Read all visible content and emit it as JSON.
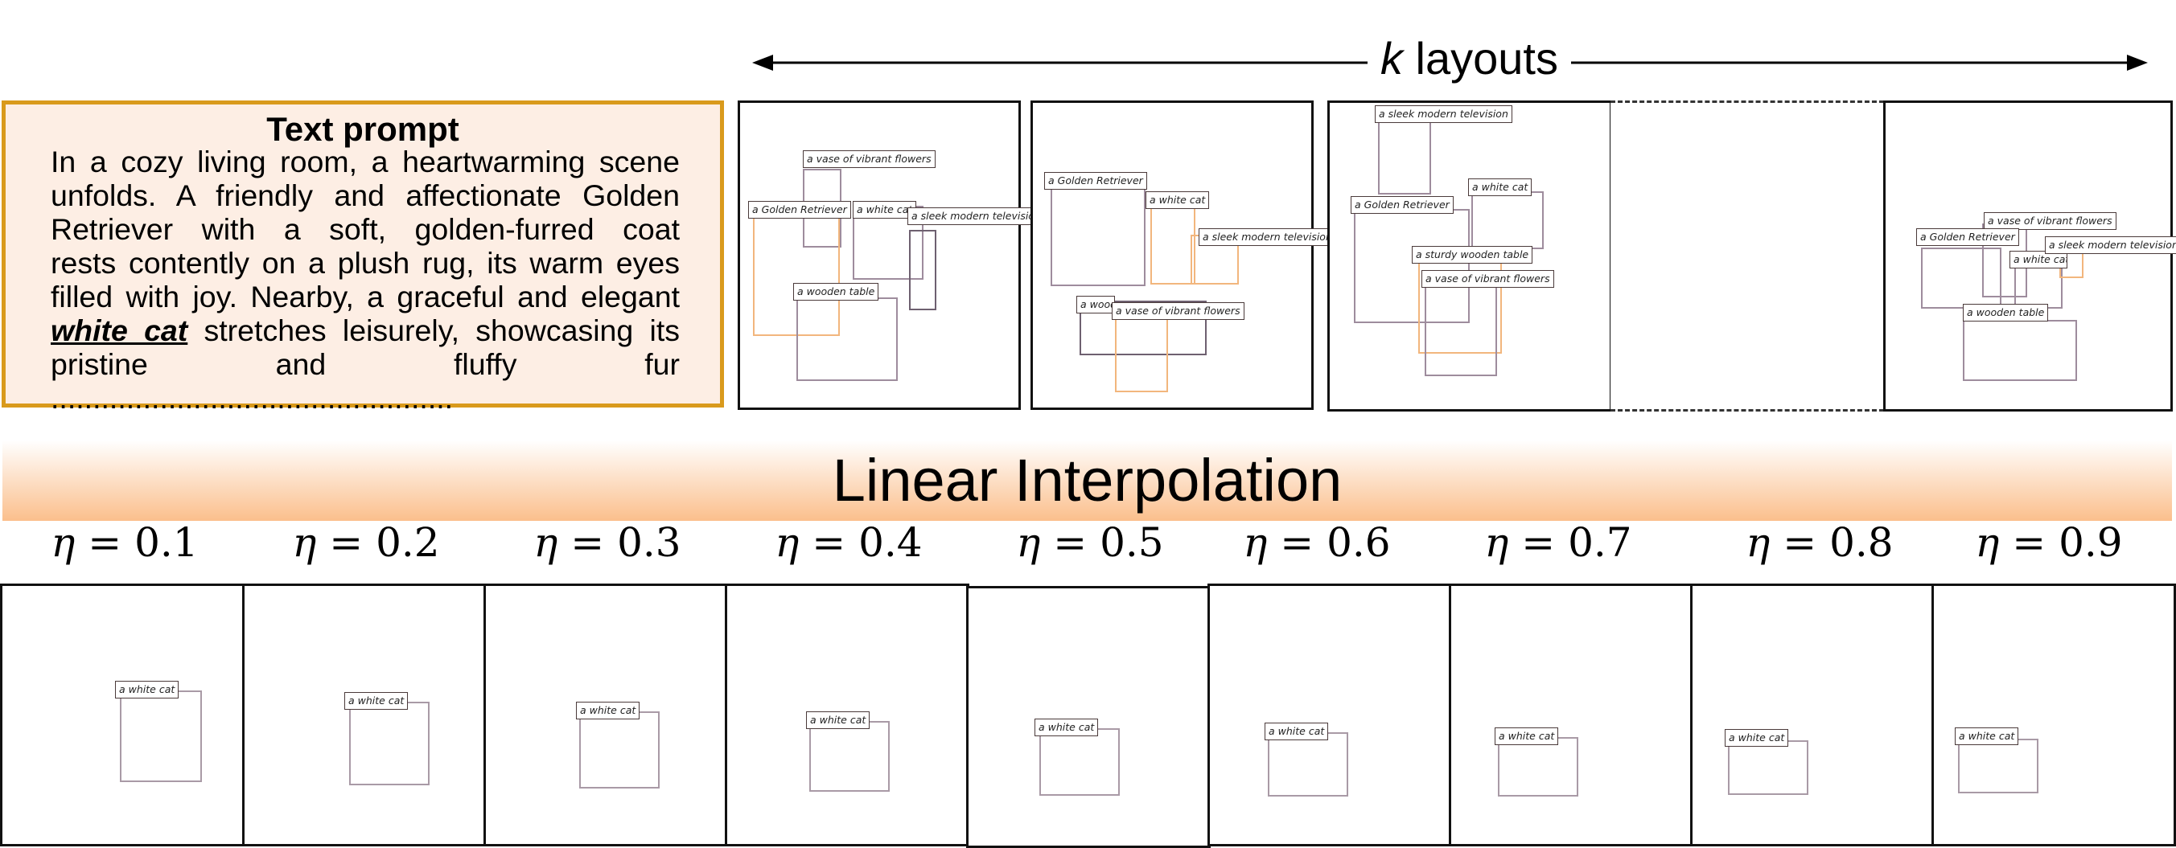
{
  "header": {
    "k_var": "k",
    "k_rest": " layouts"
  },
  "prompt": {
    "title": "Text prompt",
    "lines": [
      "In a cozy living room, a heartwarming scene",
      "unfolds. A friendly and affectionate Golden",
      "Retriever with a soft, golden-furred coat",
      "rests contently on a plush rug, its warm eyes",
      "filled with joy. Nearby, a graceful and elegant"
    ],
    "highlight": "white cat",
    "line6_rest": " stretches leisurely, showcasing its",
    "line7": "pristine and fluffy fur",
    "line8": "................................................"
  },
  "layouts": {
    "panel1": {
      "labels": [
        "a vase of vibrant flowers",
        "a Golden Retriever",
        "a white cat",
        "a sleek modern television",
        "a wooden table"
      ]
    },
    "panel2": {
      "labels": [
        "a Golden Retriever",
        "a white cat",
        "a sleek modern television",
        "a wooden table",
        "a vase of vibrant flowers"
      ]
    },
    "panel3": {
      "labels": [
        "a sleek modern television",
        "a white cat",
        "a Golden Retriever",
        "a sturdy wooden table",
        "a vase of vibrant flowers"
      ]
    },
    "panel5": {
      "labels": [
        "a vase of vibrant flowers",
        "a Golden Retriever",
        "a white cat",
        "a sleek modern television",
        "a wooden table"
      ]
    }
  },
  "interpolation": {
    "title": "Linear Interpolation",
    "symbol": "η",
    "values": [
      "0.1",
      "0.2",
      "0.3",
      "0.4",
      "0.5",
      "0.6",
      "0.7",
      "0.8",
      "0.9"
    ],
    "label": "a white cat"
  },
  "colors": {
    "prompt_border": "#d99a1c",
    "prompt_fill": "#fdeee4",
    "band_orange": "#fbbf8c"
  }
}
